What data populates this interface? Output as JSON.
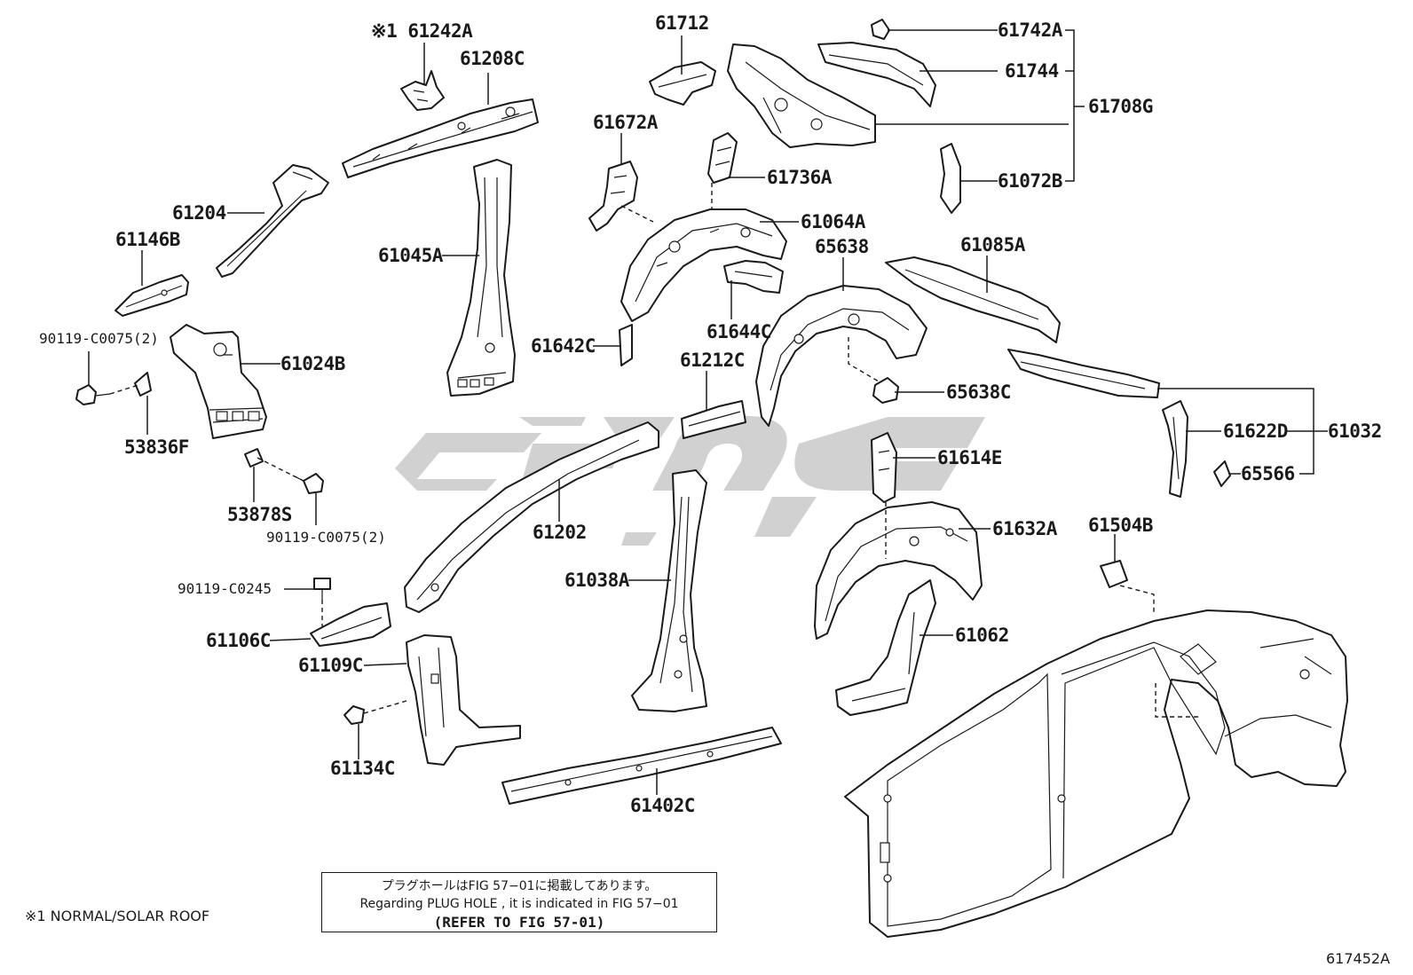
{
  "diagram": {
    "watermark_color": "#c9c9c9",
    "line_color": "#1a1a1a",
    "part_labels": {
      "p61242A": "※1 61242A",
      "p61208C": "61208C",
      "p61204": "61204",
      "p61146B": "61146B",
      "p90119_c0075_a": "90119-C0075(2)",
      "p61024B": "61024B",
      "p53836F": "53836F",
      "p53878S": "53878S",
      "p90119_c0075_b": "90119-C0075(2)",
      "p90119_c0245": "90119-C0245",
      "p61106C": "61106C",
      "p61109C": "61109C",
      "p61134C": "61134C",
      "p61045A": "61045A",
      "p61712": "61712",
      "p61672A": "61672A",
      "p61736A": "61736A",
      "p61064A": "61064A",
      "p61642C": "61642C",
      "p61644C": "61644C",
      "p61212C": "61212C",
      "p61202": "61202",
      "p61038A": "61038A",
      "p61402C": "61402C",
      "p61742A": "61742A",
      "p61744": "61744",
      "p61708G": "61708G",
      "p61072B": "61072B",
      "p65638": "65638",
      "p61085A": "61085A",
      "p65638C": "65638C",
      "p61614E": "61614E",
      "p61632A": "61632A",
      "p61062": "61062",
      "p61622D": "61622D",
      "p61032": "61032",
      "p65566": "65566",
      "p61504B": "61504B"
    },
    "note": {
      "line1": "プラグホールはFIG 57−01に掲載してあります。",
      "line2": "Regarding PLUG HOLE , it is indicated in FIG 57−01",
      "line3": "(REFER TO FIG 57-01)"
    },
    "footnote": "※1 NORMAL/SOLAR ROOF",
    "figure_id": "617452A"
  }
}
